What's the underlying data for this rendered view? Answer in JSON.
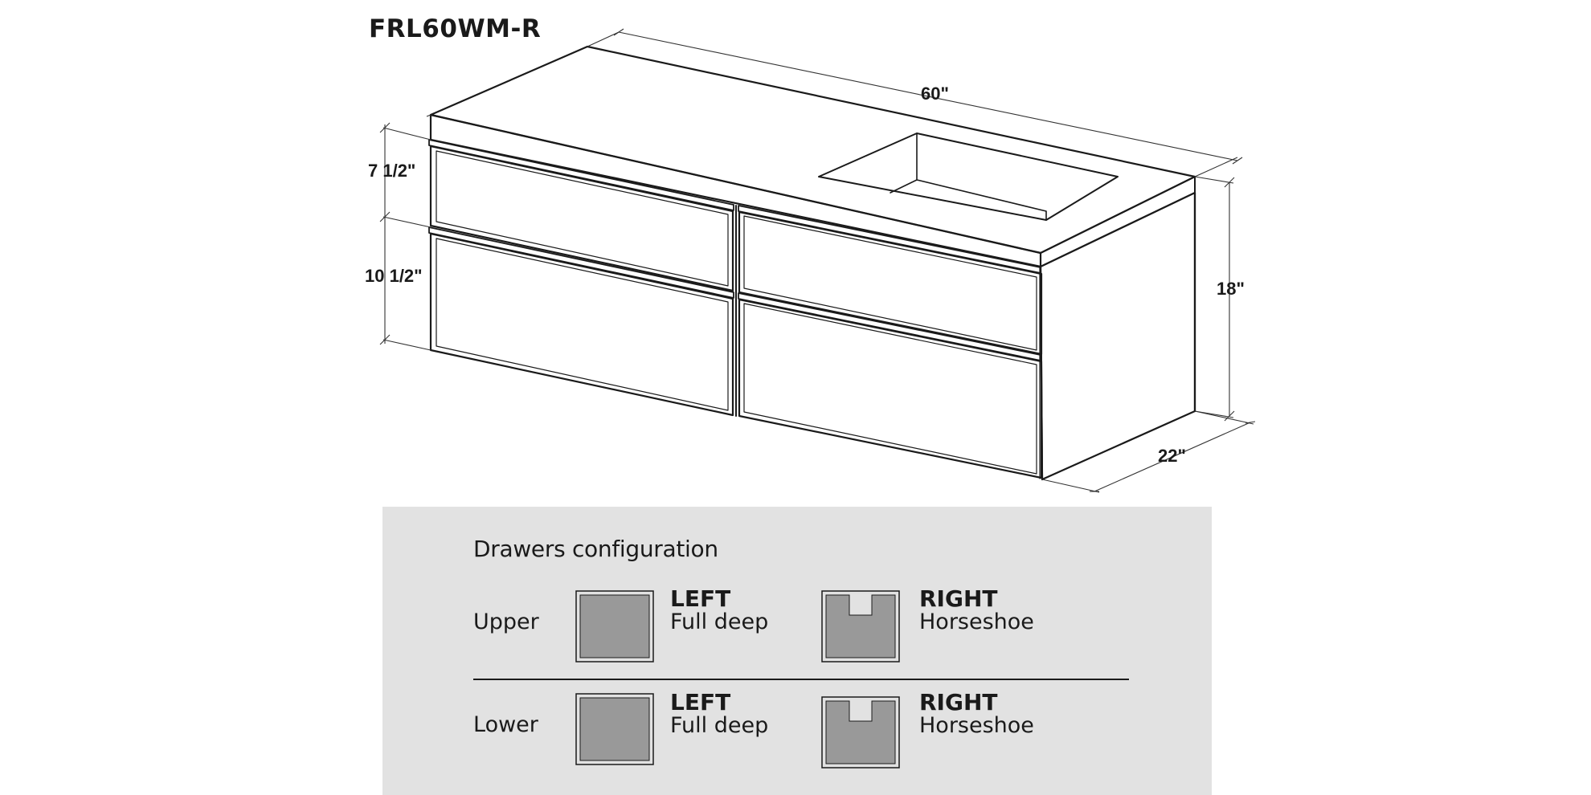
{
  "model": "FRL60WM-R",
  "dimensions": {
    "width": "60\"",
    "height": "18\"",
    "depth": "22\"",
    "upper_drawer": "7 1/2\"",
    "lower_drawer": "10 1/2\""
  },
  "config": {
    "title": "Drawers configuration",
    "rows": [
      {
        "label": "Upper",
        "left": {
          "side": "LEFT",
          "type": "Full deep",
          "icon": "full-deep-icon"
        },
        "right": {
          "side": "RIGHT",
          "type": "Horseshoe",
          "icon": "horseshoe-icon"
        }
      },
      {
        "label": "Lower",
        "left": {
          "side": "LEFT",
          "type": "Full deep",
          "icon": "full-deep-icon"
        },
        "right": {
          "side": "RIGHT",
          "type": "Horseshoe",
          "icon": "horseshoe-icon"
        }
      }
    ]
  },
  "colors": {
    "line": "#1a1a1a",
    "panel_bg": "#e2e2e2",
    "drawer_fill": "#999999"
  }
}
